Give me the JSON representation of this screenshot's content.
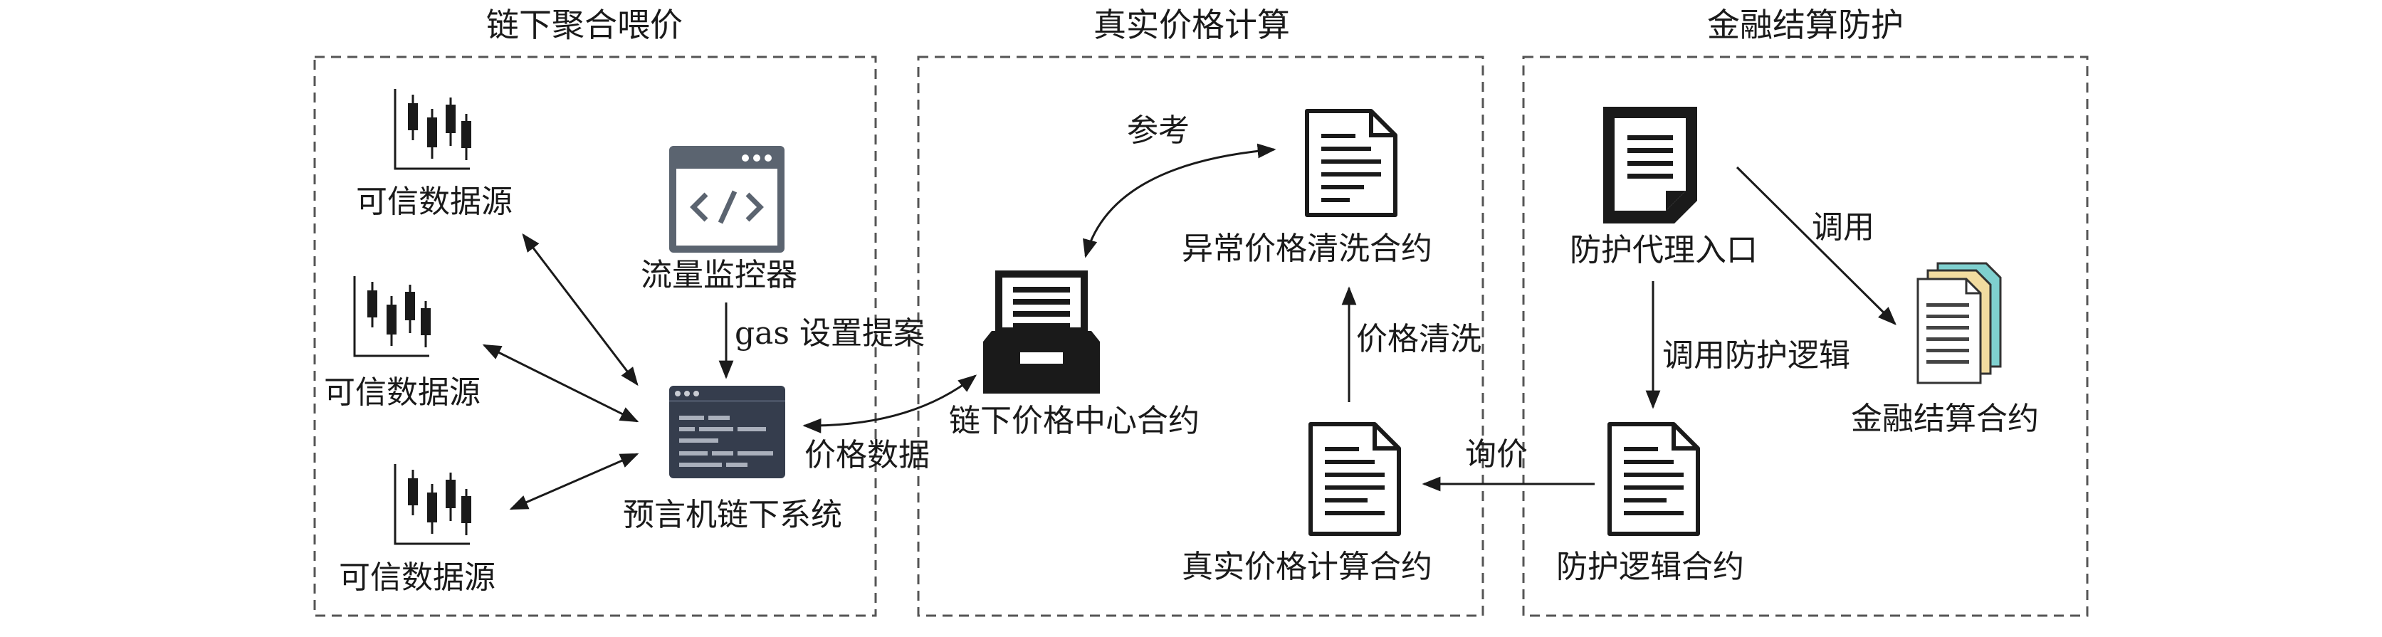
{
  "sections": [
    {
      "title": "链下聚合喂价"
    },
    {
      "title": "真实价格计算"
    },
    {
      "title": "金融结算防护"
    }
  ],
  "nodes": {
    "source_1": "可信数据源",
    "source_2": "可信数据源",
    "source_3": "可信数据源",
    "traffic_monitor": "流量监控器",
    "oracle_system": "预言机链下系统",
    "offchain_price_center": "链下价格中心合约",
    "anomaly_cleaning": "异常价格清洗合约",
    "real_price_calc": "真实价格计算合约",
    "proxy_entry": "防护代理入口",
    "protection_logic": "防护逻辑合约",
    "settlement": "金融结算合约"
  },
  "edges": {
    "gas_proposal": "gas 设置提案",
    "price_data": "价格数据",
    "reference": "参考",
    "price_cleaning": "价格清洗",
    "invoke": "调用",
    "invoke_protection": "调用防护逻辑",
    "inquiry": "询价"
  }
}
